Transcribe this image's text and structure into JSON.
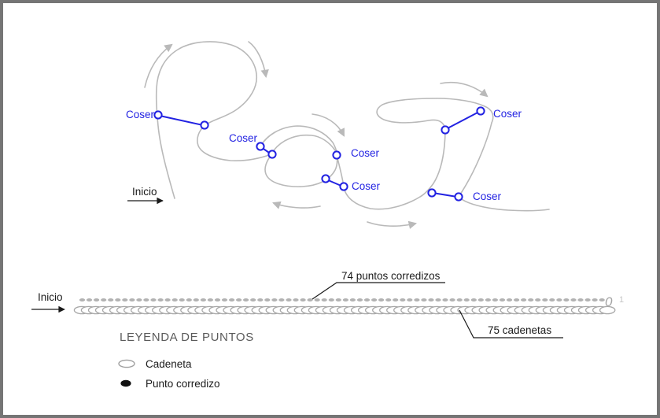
{
  "canvas": {
    "background": "#ffffff",
    "border_color": "#757575"
  },
  "colors": {
    "sew_blue": "#2222e2",
    "cord_gray": "#b9b9b9",
    "chain_gray": "#a8a8a8",
    "dot_gray": "#b2b2b2",
    "text_black": "#1a1a1a",
    "legend_title_gray": "#5a5a5a"
  },
  "top_diagram": {
    "coser_label": "Coser",
    "inicio_label": "Inicio"
  },
  "bottom_diagram": {
    "inicio_label": "Inicio",
    "puntos_corredizos_label": "74 puntos corredizos",
    "cadenetas_label": "75 cadenetas",
    "puntos_corredizos_count": 74,
    "cadenetas_count": 75,
    "row_marker_zero": "0",
    "row_marker_one": "1"
  },
  "legend": {
    "title": "LEYENDA DE PUNTOS",
    "items": [
      {
        "icon": "cadeneta-symbol",
        "label": "Cadeneta"
      },
      {
        "icon": "punto-corredizo-symbol",
        "label": "Punto corredizo"
      }
    ]
  }
}
